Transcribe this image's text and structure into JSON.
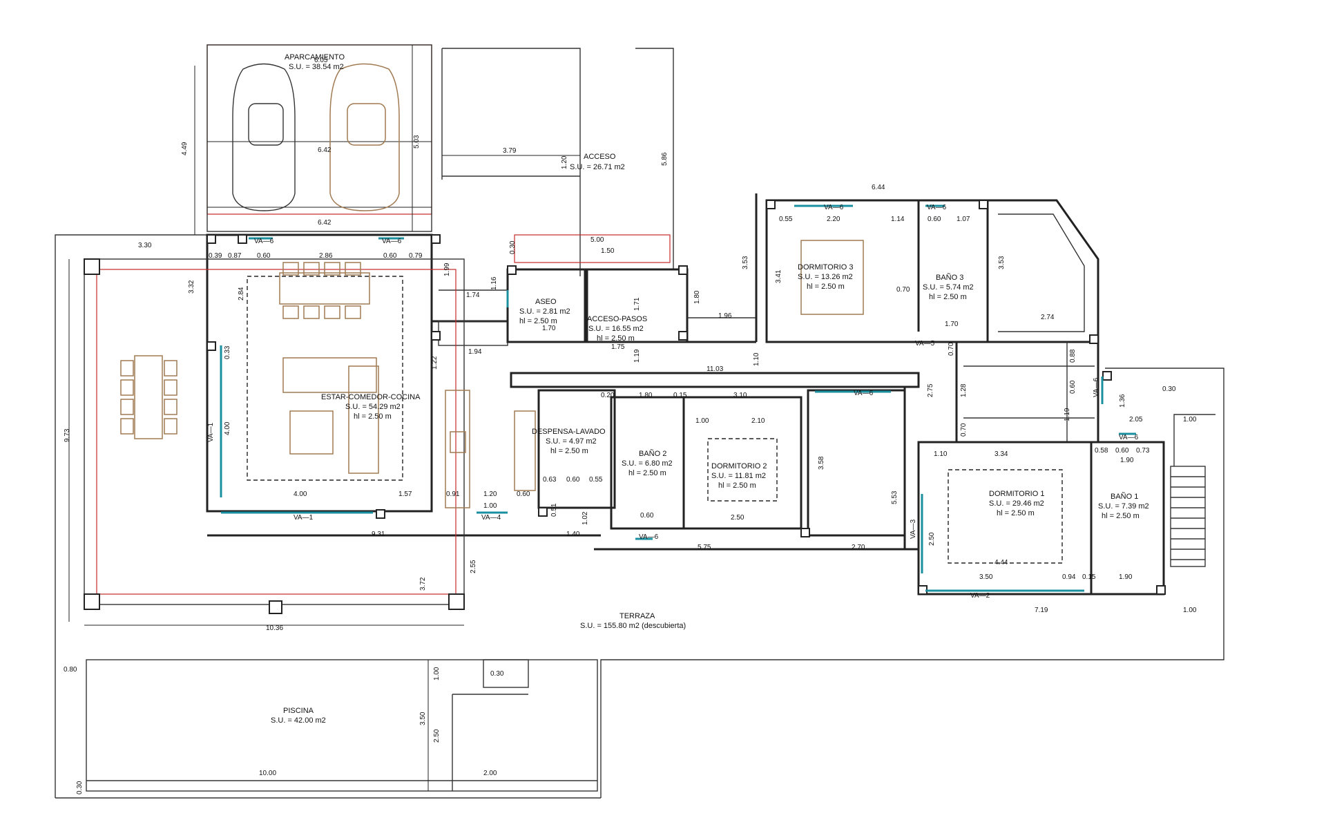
{
  "rooms": {
    "aparcamiento": {
      "name": "APARCAMIENTO",
      "area": "S.U. = 38.54 m2"
    },
    "acceso": {
      "name": "ACCESO",
      "area": "S.U. = 26.71 m2"
    },
    "aseo": {
      "name": "ASEO",
      "area": "S.U. = 2.81 m2",
      "height": "hl = 2.50 m"
    },
    "acceso_pasos": {
      "name": "ACCESO-PASOS",
      "area": "S.U. = 16.55 m2",
      "height": "hl = 2.50 m"
    },
    "estar": {
      "name": "ESTAR-COMEDOR-COCINA",
      "area": "S.U. = 54.29 m2",
      "height": "hl = 2.50 m"
    },
    "despensa": {
      "name": "DESPENSA-LAVADO",
      "area": "S.U. = 4.97 m2",
      "height": "hl = 2.50 m"
    },
    "bano2": {
      "name": "BAÑO 2",
      "area": "S.U. = 6.80 m2",
      "height": "hl = 2.50 m"
    },
    "dormitorio2": {
      "name": "DORMITORIO 2",
      "area": "S.U. = 11.81 m2",
      "height": "hl = 2.50 m"
    },
    "dormitorio3": {
      "name": "DORMITORIO 3",
      "area": "S.U. = 13.26 m2",
      "height": "hl = 2.50 m"
    },
    "bano3": {
      "name": "BAÑO 3",
      "area": "S.U. = 5.74 m2",
      "height": "hl = 2.50 m"
    },
    "dormitorio1": {
      "name": "DORMITORIO 1",
      "area": "S.U. = 29.46 m2",
      "height": "hl = 2.50 m"
    },
    "bano1": {
      "name": "BAÑO 1",
      "area": "S.U. = 7.39 m2",
      "height": "hl = 2.50 m"
    },
    "terraza": {
      "name": "TERRAZA",
      "area": "S.U. = 155.80 m2 (descubierta)"
    },
    "piscina": {
      "name": "PISCINA",
      "area": "S.U. = 42.00 m2"
    }
  },
  "windows": {
    "va1": "VA—1",
    "va1_side": "VA—1",
    "va2": "VA—2",
    "va3": "VA—3",
    "va4": "VA—4",
    "va5": "VA—5",
    "va6a": "VA—6",
    "va6b": "VA—6",
    "va6c": "VA—6",
    "va6d": "VA—6",
    "va6e": "VA—6",
    "va6f": "VA—6",
    "va6g": "VA—6",
    "va6h": "VA—6"
  },
  "dimensions": {
    "d_6_05": "6.05",
    "d_4_49": "4.49",
    "d_6_42a": "6.42",
    "d_6_42b": "6.42",
    "d_5_03": "5.03",
    "d_3_79": "3.79",
    "d_1_20": "1.20",
    "d_5_86": "5.86",
    "d_6_44": "6.44",
    "d_3_30": "3.30",
    "d_3_32": "3.32",
    "d_0_39": "0.39",
    "d_0_87": "0.87",
    "d_0_60a": "0.60",
    "d_2_86": "2.86",
    "d_0_60b": "0.60",
    "d_0_79": "0.79",
    "d_1_99": "1.99",
    "d_1_74": "1.74",
    "d_1_16": "1.16",
    "d_5_00": "5.00",
    "d_1_50": "1.50",
    "d_0_30": "0.30",
    "d_1_70a": "1.70",
    "d_1_71": "1.71",
    "d_1_75": "1.75",
    "d_1_80a": "1.80",
    "d_1_96": "1.96",
    "d_3_53a": "3.53",
    "d_3_41": "3.41",
    "d_0_55": "0.55",
    "d_2_20": "2.20",
    "d_1_14": "1.14",
    "d_0_60c": "0.60",
    "d_1_07": "1.07",
    "d_0_70a": "0.70",
    "d_3_53b": "3.53",
    "d_1_70b": "1.70",
    "d_2_74": "2.74",
    "d_2_84": "2.84",
    "d_1_94": "1.94",
    "d_1_22": "1.22",
    "d_1_19": "1.19",
    "d_11_03": "11.03",
    "d_1_10a": "1.10",
    "d_0_70b": "0.70",
    "d_2_75": "2.75",
    "d_1_28": "1.28",
    "d_0_88": "0.88",
    "d_0_60d": "0.60",
    "d_1_19b": "1.19",
    "d_0_70c": "0.70",
    "d_9_73": "9.73",
    "d_4_00a": "4.00",
    "d_0_33": "0.33",
    "d_4_00b": "4.00",
    "d_1_57": "1.57",
    "d_0_91": "0.91",
    "d_1_20b": "1.20",
    "d_0_60e": "0.60",
    "d_1_00a": "1.00",
    "d_0_20": "0.20",
    "d_1_80b": "1.80",
    "d_0_15": "0.15",
    "d_3_10": "3.10",
    "d_1_00b": "1.00",
    "d_2_10": "2.10",
    "d_0_63": "0.63",
    "d_0_60f": "0.60",
    "d_0_55b": "0.55",
    "d_0_51": "0.51",
    "d_1_02": "1.02",
    "d_1_40": "1.40",
    "d_0_60g": "0.60",
    "d_2_50a": "2.50",
    "d_3_58": "3.58",
    "d_5_53": "5.53",
    "d_5_75": "5.75",
    "d_2_70": "2.70",
    "d_9_31": "9.31",
    "d_2_55": "2.55",
    "d_3_72": "3.72",
    "d_10_36": "10.36",
    "d_1_10b": "1.10",
    "d_3_34": "3.34",
    "d_1_36": "1.36",
    "d_2_05": "2.05",
    "d_1_00c": "1.00",
    "d_0_30b": "0.30",
    "d_0_58": "0.58",
    "d_0_60h": "0.60",
    "d_0_73": "0.73",
    "d_1_90a": "1.90",
    "d_2_50b": "2.50",
    "d_4_44": "4.44",
    "d_3_50a": "3.50",
    "d_0_94": "0.94",
    "d_0_15b": "0.15",
    "d_1_90b": "1.90",
    "d_7_19": "7.19",
    "d_1_00d": "1.00",
    "d_0_80": "0.80",
    "d_1_00e": "1.00",
    "d_0_30c": "0.30",
    "d_3_50b": "3.50",
    "d_2_50c": "2.50",
    "d_10_00": "10.00",
    "d_2_00": "2.00",
    "d_0_30d": "0.30"
  }
}
